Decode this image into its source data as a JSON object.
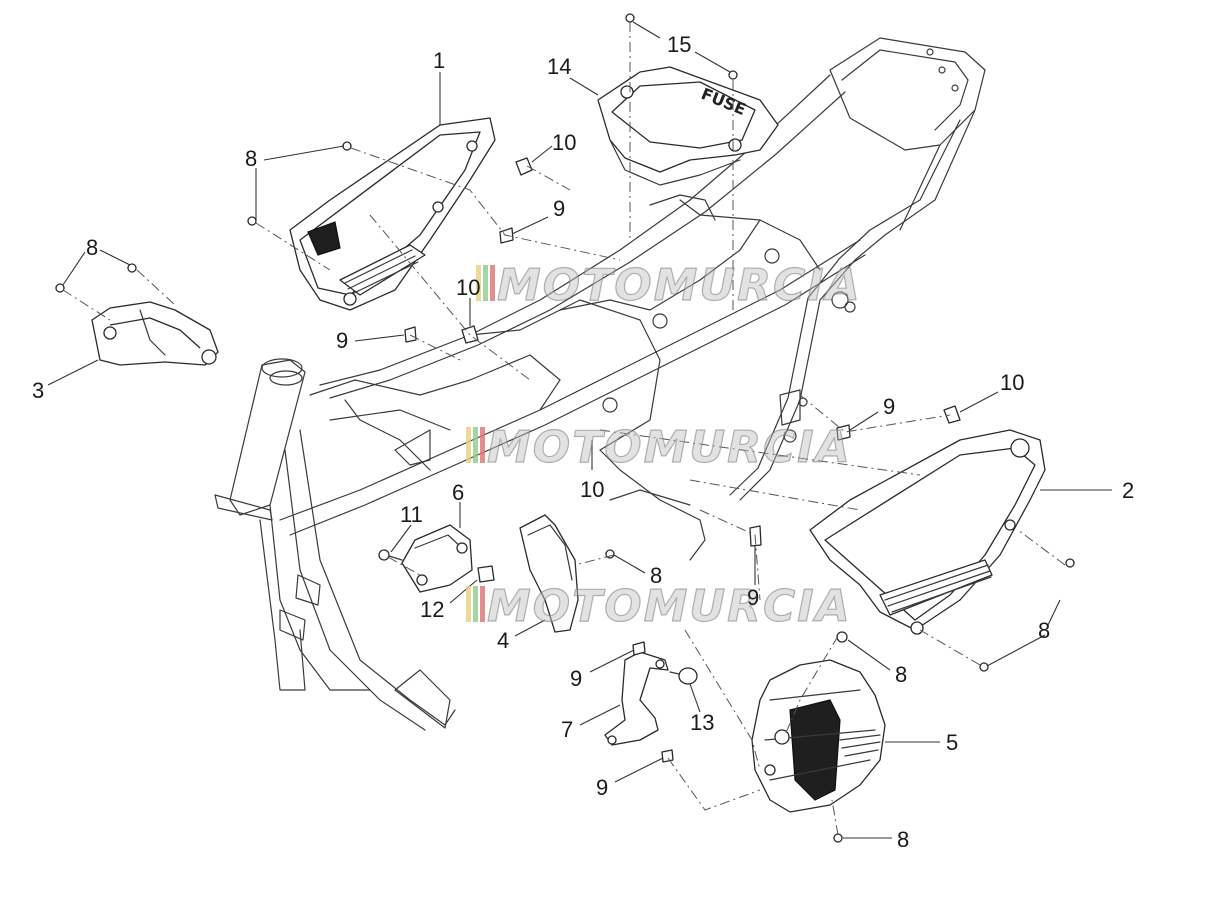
{
  "callouts": [
    {
      "id": "c1",
      "label": "1"
    },
    {
      "id": "c2",
      "label": "2"
    },
    {
      "id": "c3",
      "label": "3"
    },
    {
      "id": "c4",
      "label": "4"
    },
    {
      "id": "c5",
      "label": "5"
    },
    {
      "id": "c6",
      "label": "6"
    },
    {
      "id": "c7",
      "label": "7"
    },
    {
      "id": "c8a",
      "label": "8"
    },
    {
      "id": "c8b",
      "label": "8"
    },
    {
      "id": "c8c",
      "label": "8"
    },
    {
      "id": "c8d",
      "label": "8"
    },
    {
      "id": "c8e",
      "label": "8"
    },
    {
      "id": "c8f",
      "label": "8"
    },
    {
      "id": "c9a",
      "label": "9"
    },
    {
      "id": "c9b",
      "label": "9"
    },
    {
      "id": "c9c",
      "label": "9"
    },
    {
      "id": "c9d",
      "label": "9"
    },
    {
      "id": "c9e",
      "label": "9"
    },
    {
      "id": "c9f",
      "label": "9"
    },
    {
      "id": "c10a",
      "label": "10"
    },
    {
      "id": "c10b",
      "label": "10"
    },
    {
      "id": "c10c",
      "label": "10"
    },
    {
      "id": "c10d",
      "label": "10"
    },
    {
      "id": "c11",
      "label": "11"
    },
    {
      "id": "c12",
      "label": "12"
    },
    {
      "id": "c13",
      "label": "13"
    },
    {
      "id": "c14",
      "label": "14"
    },
    {
      "id": "c15",
      "label": "15"
    }
  ],
  "part_marking": "FUSE",
  "watermark": "MOTOMURCIA",
  "colors": {
    "line": "#2a2a2a",
    "watermark_red": "#e07070",
    "watermark_green": "#8fc98f",
    "watermark_yellow": "#e8d27a"
  }
}
